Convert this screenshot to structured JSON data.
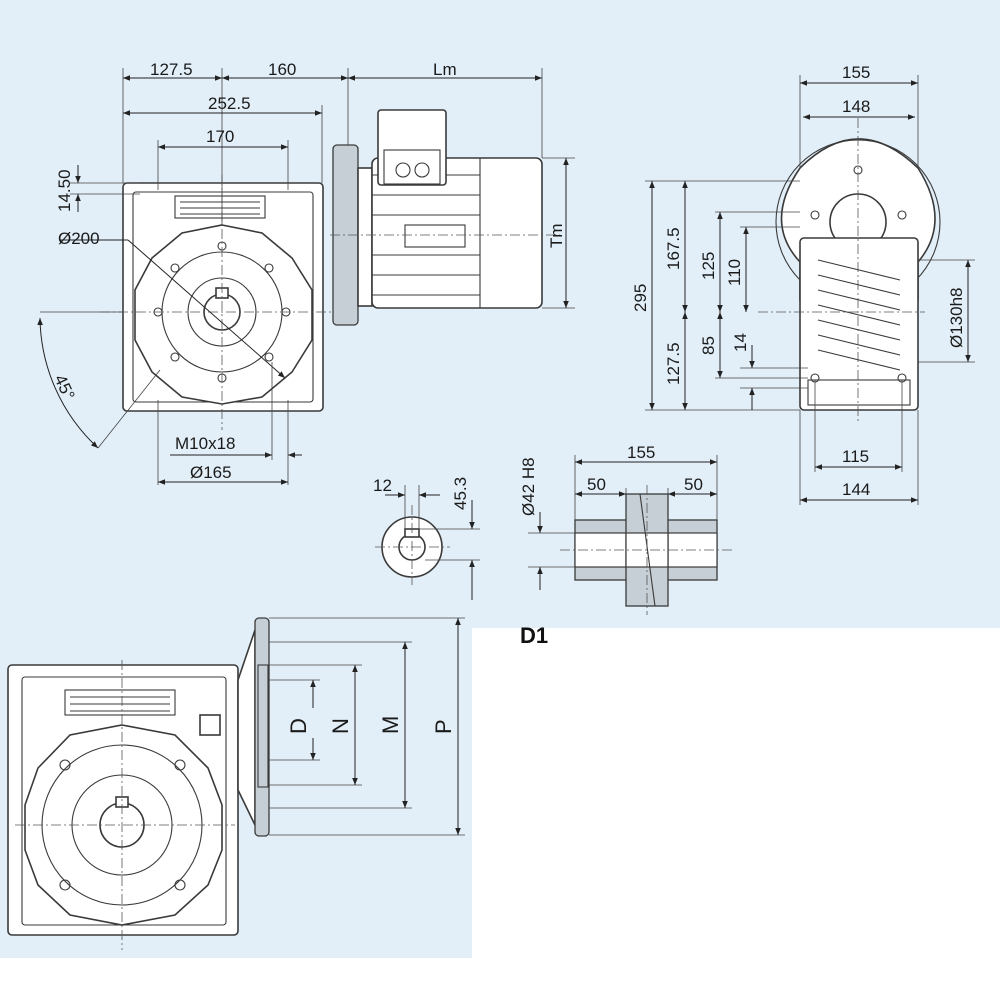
{
  "background_color": "#e2eff8",
  "dimensions": {
    "front_127_5": "127.5",
    "front_160": "160",
    "front_lm": "Lm",
    "front_252_5": "252.5",
    "front_170": "170",
    "front_14_50": "14.50",
    "front_d200": "Ø200",
    "front_tm": "Tm",
    "front_45": "45°",
    "front_m10x18": "M10x18",
    "front_d165": "Ø165",
    "side_155_top": "155",
    "side_148": "148",
    "side_295": "295",
    "side_167_5": "167.5",
    "side_125": "125",
    "side_110": "110",
    "side_127_5": "127.5",
    "side_85": "85",
    "side_14": "14",
    "side_d130h8": "Ø130h8",
    "side_115": "115",
    "side_144": "144",
    "bore_12": "12",
    "bore_45_3": "45.3",
    "bore_d42h8": "Ø42 H8",
    "shaft_155": "155",
    "shaft_50_left": "50",
    "shaft_50_right": "50",
    "flange_d": "D",
    "flange_n": "N",
    "flange_m": "M",
    "flange_p": "P"
  },
  "figure_label": "D1"
}
